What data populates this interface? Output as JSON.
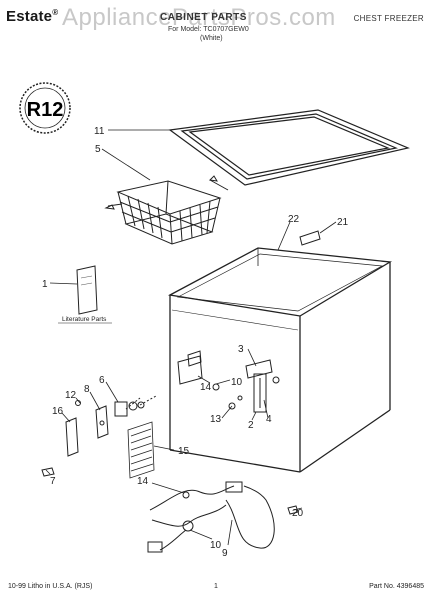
{
  "header": {
    "brand": "Estate",
    "watermark": "AppliancePartsPros.com",
    "title": "CABINET PARTS",
    "subtitle": "For Model: TC0707GEW0",
    "subtitle_code": "(White)",
    "model_type": "CHEST FREEZER"
  },
  "badge": {
    "text": "R12"
  },
  "literature": {
    "label": "Literature Parts"
  },
  "callouts": [
    "11",
    "5",
    "22",
    "21",
    "1",
    "3",
    "4",
    "14",
    "10",
    "12",
    "8",
    "6",
    "16",
    "13",
    "2",
    "15",
    "7",
    "14",
    "20",
    "10",
    "9"
  ],
  "footer": {
    "left": "10-99 Litho in U.S.A. (RJS)",
    "page": "1",
    "part_no": "Part No. 4396485"
  }
}
